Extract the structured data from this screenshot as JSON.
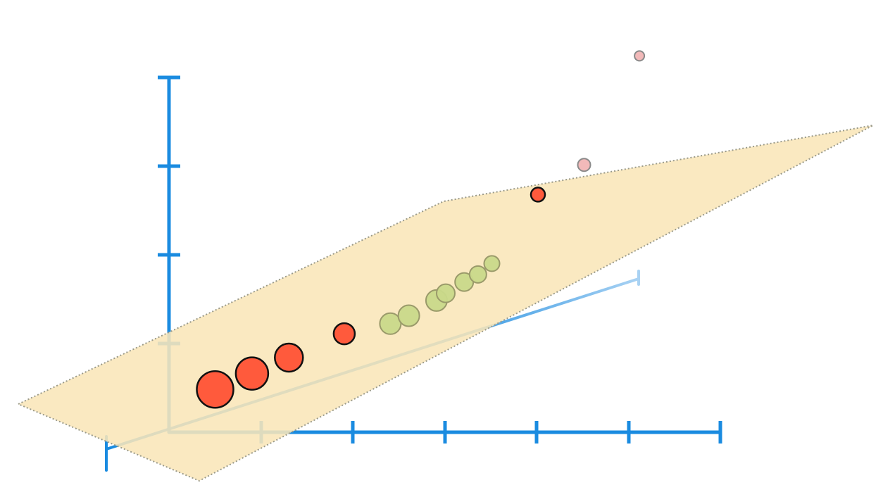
{
  "chart_data": {
    "type": "scatter",
    "title": "",
    "subtitle": "",
    "xlabel": "",
    "ylabel": "",
    "zlabel": "",
    "grid": false,
    "legend": "none",
    "axes": {
      "x_ticks": 6,
      "y_ticks": 4,
      "depth_axis": true
    },
    "plane": {
      "present": true,
      "fill": "#f9e6b8",
      "edge": "#9a9a8a",
      "edge_style": "dotted"
    },
    "colors": {
      "axis": "#1a8be0",
      "axis_faded": "#a9d2f3",
      "red_point": "#ff5a3c",
      "green_point": "#c9d98a",
      "pink_point": "#f2b9b9"
    },
    "series": [
      {
        "color": "#ff5a3c",
        "points": [
          {
            "x": 0.5,
            "y": 0.6,
            "size": 26
          },
          {
            "x": 0.9,
            "y": 0.8,
            "size": 23
          },
          {
            "x": 1.3,
            "y": 1.0,
            "size": 20
          },
          {
            "x": 1.9,
            "y": 1.3,
            "size": 15
          },
          {
            "x": 4.0,
            "y": 3.2,
            "size": 10
          }
        ]
      },
      {
        "color": "#c9d98a",
        "points": [
          {
            "x": 2.4,
            "y": 1.4,
            "size": 15
          },
          {
            "x": 2.6,
            "y": 1.5,
            "size": 15
          },
          {
            "x": 2.9,
            "y": 1.7,
            "size": 15
          },
          {
            "x": 3.0,
            "y": 1.8,
            "size": 13
          },
          {
            "x": 3.2,
            "y": 1.95,
            "size": 13
          },
          {
            "x": 3.35,
            "y": 2.05,
            "size": 12
          },
          {
            "x": 3.5,
            "y": 2.2,
            "size": 11
          }
        ]
      },
      {
        "color": "#f2b9b9",
        "points": [
          {
            "x": 4.5,
            "y": 3.6,
            "size": 9
          },
          {
            "x": 5.1,
            "y": 5.2,
            "size": 7
          }
        ]
      }
    ]
  }
}
